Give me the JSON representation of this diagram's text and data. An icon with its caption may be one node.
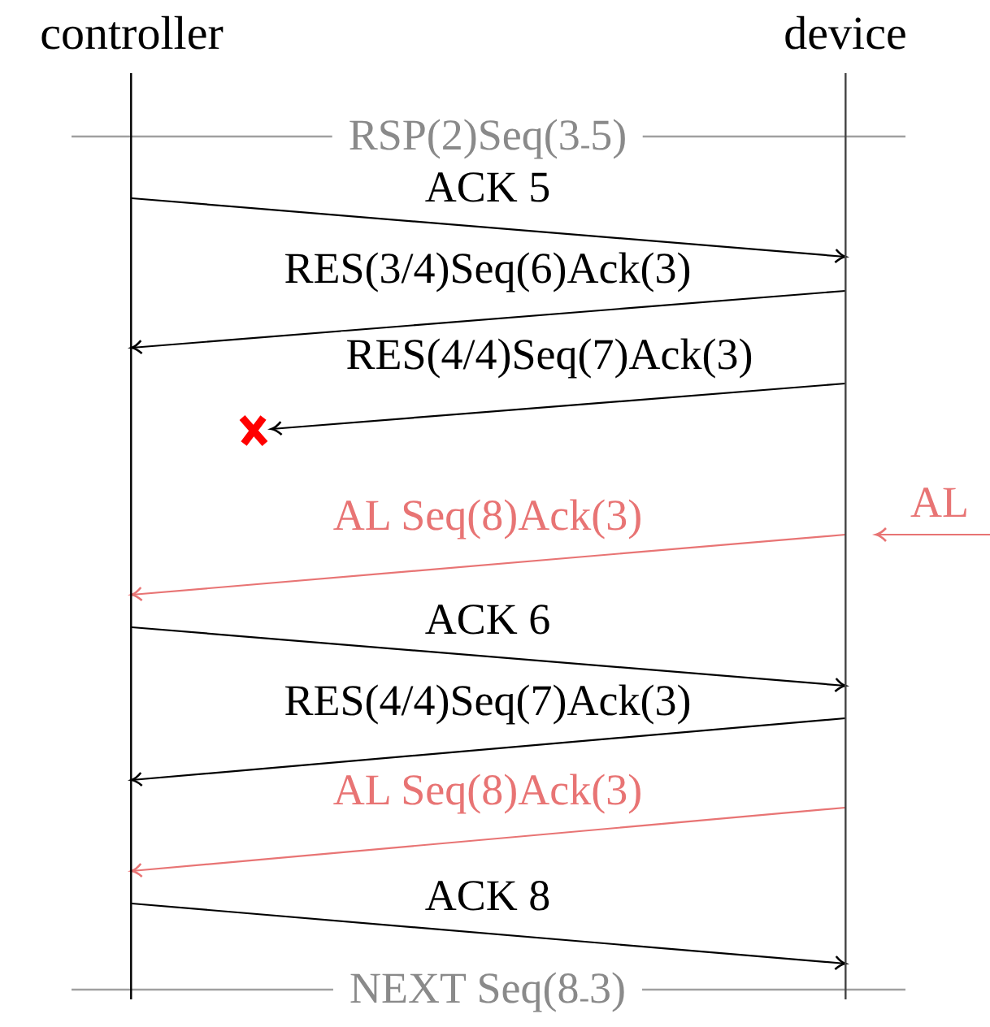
{
  "diagram": {
    "nodes": [
      {
        "text": [
          "controller"
        ]
      },
      {
        "text": [
          "device"
        ]
      },
      {
        "text": [],
        "shape": "cross"
      }
    ],
    "edges": [
      {
        "from": 0,
        "to": 1,
        "arrow": "to",
        "label": "ACK 5"
      },
      {
        "from": 1,
        "to": 0,
        "arrow": "to",
        "label": "RES(3/4)Seq(6)Ack(3)"
      },
      {
        "from": 1,
        "to": 2,
        "arrow": "to",
        "label": "RES(4/4)Seq(7)Ack(3)"
      },
      {
        "from": null,
        "to": 1,
        "arrow": "to",
        "label": "AL",
        "color": "#e87474"
      },
      {
        "from": 1,
        "to": 0,
        "arrow": "to",
        "label": "AL Seq(8)Ack(3)",
        "color": "#e87474"
      },
      {
        "from": 0,
        "to": 1,
        "arrow": "to",
        "label": "ACK 6"
      },
      {
        "from": 1,
        "to": 0,
        "arrow": "to",
        "label": "RES(4/4)Seq(7)Ack(3)"
      },
      {
        "from": 1,
        "to": 0,
        "arrow": "to",
        "label": "AL Seq(8)Ack(3)",
        "color": "#e87474"
      },
      {
        "from": 0,
        "to": 1,
        "arrow": "to",
        "label": "ACK 8"
      }
    ],
    "labels": [
      "RSP(2)Seq(3$_{-}$5)",
      "NEXT Seq(8$_{-}$3)"
    ]
  }
}
